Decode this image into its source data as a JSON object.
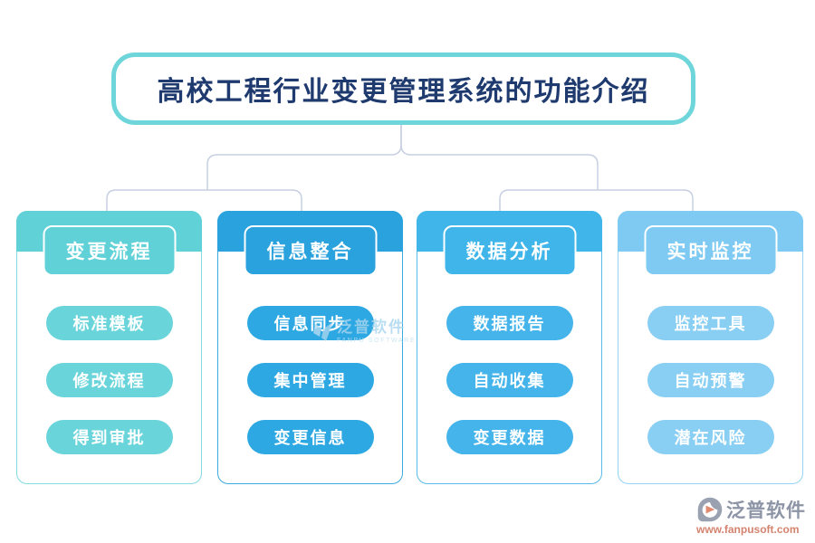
{
  "title": "高校工程行业变更管理系统的功能介绍",
  "title_text_color": "#1e3a6e",
  "title_border_color": "#6ed6da",
  "connector_color": "#c9cfe3",
  "columns": [
    {
      "header": "变更流程",
      "items": [
        "标准模板",
        "修改流程",
        "得到审批"
      ],
      "colors": {
        "main": "#60d1d7",
        "item": "#69d4da",
        "border": "#82dbdf"
      }
    },
    {
      "header": "信息整合",
      "items": [
        "信息同步",
        "集中管理",
        "变更信息"
      ],
      "colors": {
        "main": "#2aa2dd",
        "item": "#2ea8e2",
        "border": "#3caae0"
      }
    },
    {
      "header": "数据分析",
      "items": [
        "数据报告",
        "自动收集",
        "变更数据"
      ],
      "colors": {
        "main": "#3fb5e9",
        "item": "#44b4ea",
        "border": "#58bbeb"
      }
    },
    {
      "header": "实时监控",
      "items": [
        "监控工具",
        "自动预警",
        "潜在风险"
      ],
      "colors": {
        "main": "#7ecaf2",
        "item": "#89cef3",
        "border": "#95d3f4"
      }
    }
  ],
  "watermark": {
    "name": "泛普软件",
    "subtitle": "FANPU SOFTWARE"
  },
  "footer": {
    "brand": "泛普软件",
    "url": "www.fanpusoft.com"
  }
}
